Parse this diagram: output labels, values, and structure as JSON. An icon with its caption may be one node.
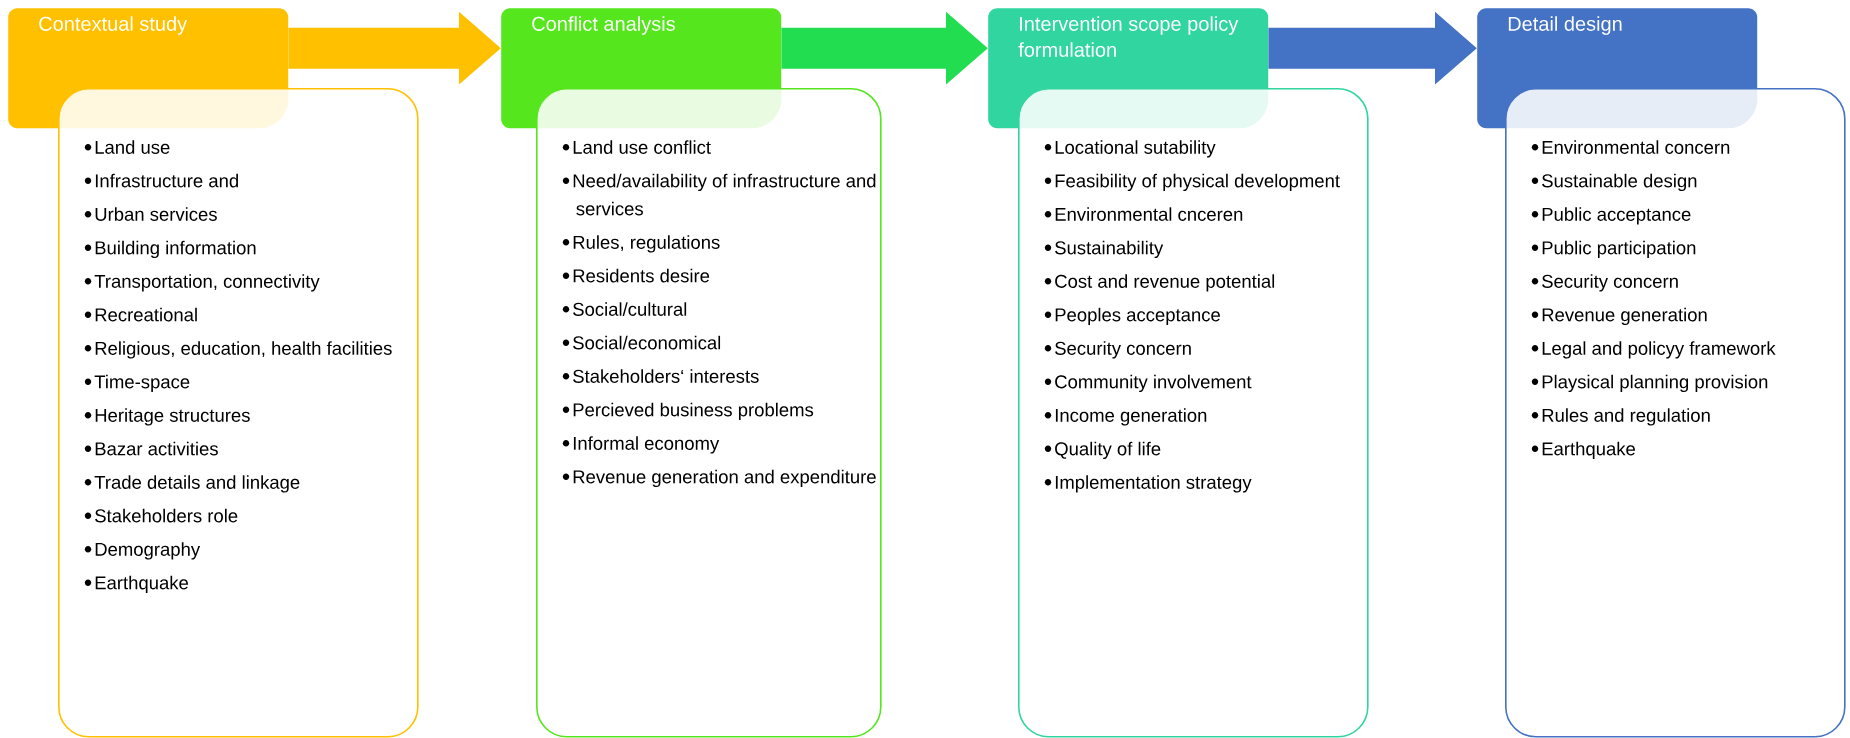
{
  "diagram": {
    "nodes": [
      {
        "text": [
          "Contextual study"
        ]
      },
      {
        "text": [
          "Land use",
          "Infrastructure and",
          "Urban services",
          "Building information",
          "Transportation, connectivity",
          "Recreational",
          "Religious, education, health facilities",
          "Time-space",
          "Heritage structures",
          "Bazar activities",
          "Trade details and linkage",
          "Stakeholders  role",
          "Demography",
          "Earthquake"
        ]
      },
      {
        "text": [
          "Conflict analysis"
        ]
      },
      {
        "text": [
          "Land use conflict",
          "Need/availability  of infrastructure and services",
          "Rules, regulations",
          "Residents desire",
          "Social/cultural",
          "Social/economical",
          "Stakeholders‘ interests",
          "Percieved business problems",
          "Informal economy",
          "Revenue generation and expenditure"
        ]
      },
      {
        "text": [
          "Intervention scope policy formulation"
        ]
      },
      {
        "text": [
          "Locational sutability",
          "Feasibility of physical development",
          "Environmental cnceren",
          "Sustainability",
          "Cost and revenue potential",
          "Peoples acceptance",
          "Security concern",
          "Community involvement",
          "Income generation",
          "Quality of life",
          "Implementation strategy"
        ]
      },
      {
        "text": [
          "Detail design"
        ]
      },
      {
        "text": [
          "Environmental concern",
          "Sustainable design",
          "Public acceptance",
          "Public participation",
          "Security concern",
          "Revenue generation",
          "Legal and policyy framework",
          "Playsical planning provision",
          "Rules and regulation",
          "Earthquake"
        ]
      }
    ],
    "edges": [
      {
        "from": 0,
        "to": 2,
        "arrow": "to",
        "color": "#ffc000"
      },
      {
        "from": 2,
        "to": 4,
        "arrow": "to",
        "color": "#22dd4f"
      },
      {
        "from": 4,
        "to": 6,
        "arrow": "to",
        "color": "#4472c4"
      }
    ]
  }
}
